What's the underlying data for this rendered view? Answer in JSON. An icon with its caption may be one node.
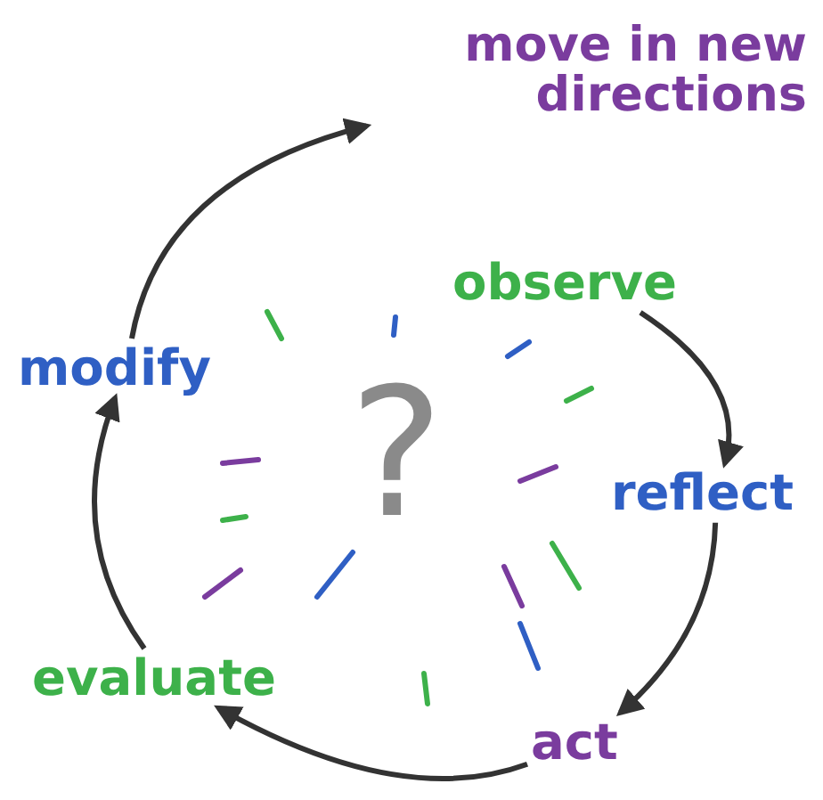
{
  "diagram": {
    "nodes": [
      {
        "text": [
          "move in new directions"
        ]
      },
      {
        "text": [
          "observe"
        ]
      },
      {
        "text": [
          "reflect"
        ]
      },
      {
        "text": [
          "act"
        ]
      },
      {
        "text": [
          "evaluate"
        ]
      },
      {
        "text": [
          "modify"
        ]
      }
    ],
    "edges": [
      {
        "from": 1,
        "to": 2,
        "arrow": "to"
      },
      {
        "from": 2,
        "to": 3,
        "arrow": "to"
      },
      {
        "from": 3,
        "to": 4,
        "arrow": "to"
      },
      {
        "from": 4,
        "to": 5,
        "arrow": "to"
      },
      {
        "from": 5,
        "to": 0,
        "arrow": "to"
      }
    ],
    "labels": [
      "?"
    ]
  }
}
